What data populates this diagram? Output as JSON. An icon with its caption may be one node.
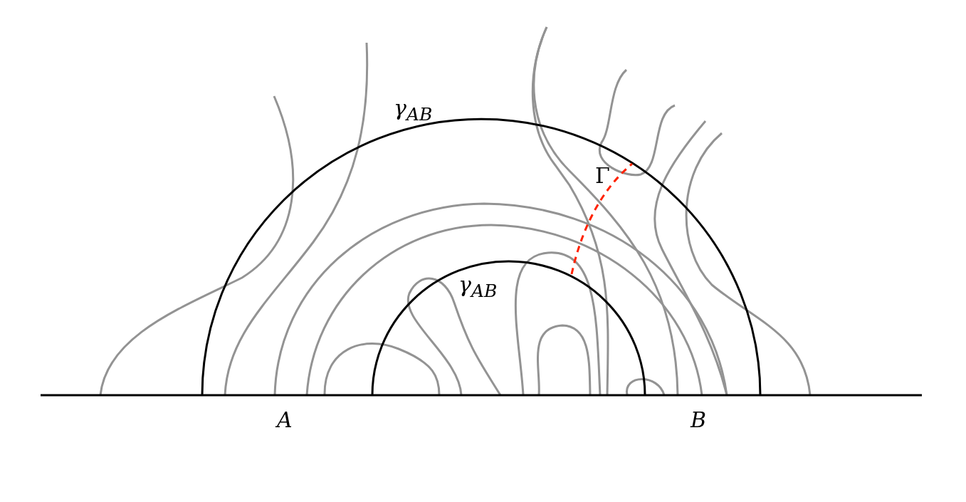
{
  "diagram": {
    "labels": [
      "γ$_{AB}$",
      "Γ",
      "γ$_{AB}$",
      "A",
      "B"
    ]
  }
}
